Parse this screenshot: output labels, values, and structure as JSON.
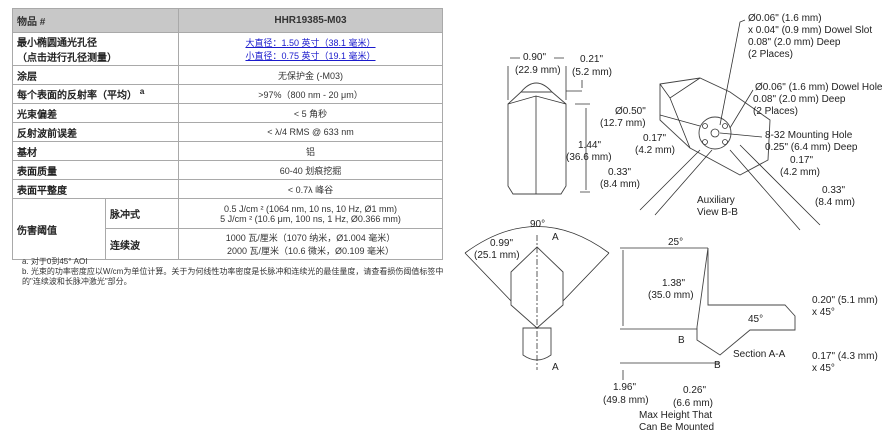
{
  "table": {
    "header": {
      "label": "物品 #",
      "value": "HHR19385-M03"
    },
    "aperture": {
      "label1": "最小椭圆通光孔径",
      "label2": "（点击进行孔径测量）",
      "link1": "大直径：1.50 英寸（38.1 毫米）",
      "link2": "小直径：0.75 英寸（19.1 毫米）"
    },
    "rows": [
      {
        "label": "涂层",
        "value": "无保护金 (-M03)"
      },
      {
        "label": "每个表面的反射率（平均）",
        "sup": "a",
        "value": ">97%（800 nm - 20 μm）"
      },
      {
        "label": "光束偏差",
        "value": "< 5 角秒"
      },
      {
        "label": "反射波前误差",
        "value": "< λ/4 RMS @ 633 nm"
      },
      {
        "label": "基材",
        "value": "铝"
      },
      {
        "label": "表面质量",
        "value": "60-40 划痕挖掘"
      },
      {
        "label": "表面平整度",
        "value": "< 0.7λ 峰谷"
      }
    ],
    "damage": {
      "label": "伤害阈值",
      "pulsed_label": "脉冲式",
      "pulsed1": "0.5 J/cm ² (1064 nm, 10 ns, 10 Hz, Ø1 mm)",
      "pulsed2": "5 J/cm ² (10.6 μm, 100 ns, 1 Hz, Ø0.366 mm)",
      "cw_label": "连续波",
      "cw1": "1000 瓦/厘米（1070 纳米，Ø1.004 毫米）",
      "cw2": "2000 瓦/厘米（10.6 微米，Ø0.109 毫米）"
    }
  },
  "notes": {
    "a": "a. 对于0到45° AOI",
    "b": "b. 光束的功率密度应以W/cm为单位计算。关于为何线性功率密度是长脉冲和连续光的最佳量度，请查看损伤阈值标签中的\"连续波和长脉冲激光\"部分。"
  },
  "drawing": {
    "front": {
      "w1": "0.90\"",
      "w2": "(22.9 mm)",
      "d1": "0.21\"",
      "d2": "(5.2 mm)",
      "h1": "1.44\"",
      "h2": "(36.6 mm)"
    },
    "aux": {
      "slot": [
        "Ø0.06\" (1.6 mm)",
        "x 0.04\" (0.9 mm) Dowel Slot",
        "0.08\" (2.0 mm) Deep",
        "(2 Places)"
      ],
      "hole": [
        "Ø0.06\" (1.6 mm) Dowel Hole",
        "0.08\" (2.0 mm) Deep",
        "(2 Places)"
      ],
      "mount": [
        "8-32 Mounting Hole",
        "0.25\" (6.4 mm) Deep"
      ],
      "dia1": "Ø0.50\"",
      "dia2": "(12.7 mm)",
      "l017a": "0.17\"",
      "l017b": "(4.2 mm)",
      "l033a": "0.33\"",
      "l033b": "(8.4 mm)",
      "r017a": "0.17\"",
      "r017b": "(4.2 mm)",
      "r033a": "0.33\"",
      "r033b": "(8.4 mm)",
      "title1": "Auxiliary",
      "title2": "View B-B"
    },
    "top": {
      "angle": "90°",
      "d1": "0.99\"",
      "d2": "(25.1 mm)",
      "a": "A"
    },
    "section": {
      "angle25": "25°",
      "h1": "1.38\"",
      "h2": "(35.0 mm)",
      "ch1a": "0.20\" (5.1 mm)",
      "ch1b": "x 45°",
      "angle45": "45°",
      "b": "B",
      "title": "Section A-A",
      "ch2a": "0.17\" (4.3 mm)",
      "ch2b": "x 45°",
      "t1": "1.96\"",
      "t2": "(49.8 mm)",
      "m1": "0.26\"",
      "m2": "(6.6 mm)",
      "max1": "Max Height That",
      "max2": "Can Be Mounted"
    }
  }
}
